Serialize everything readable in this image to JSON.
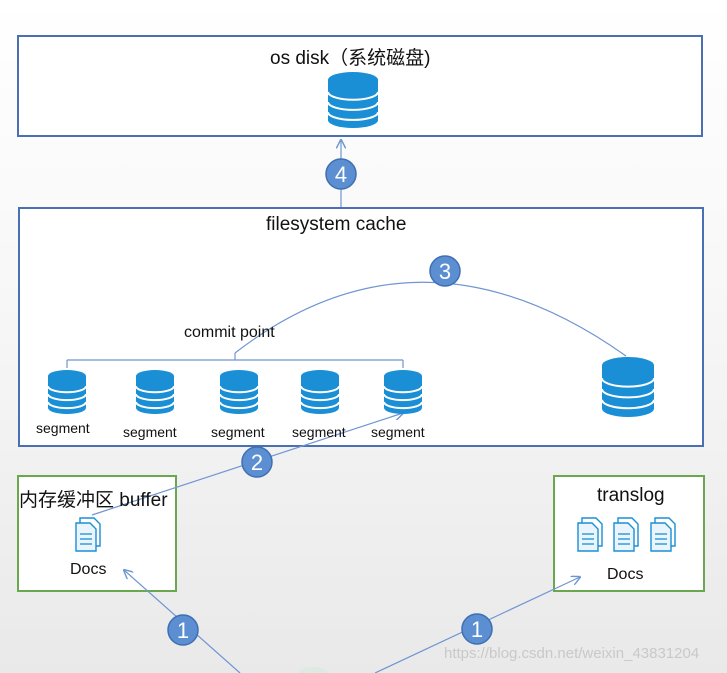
{
  "os_disk": {
    "title": "os disk（系统磁盘)"
  },
  "fs_cache": {
    "title": "filesystem cache",
    "commit_point": "commit point",
    "segments": [
      "segment",
      "segment",
      "segment",
      "segment",
      "segment"
    ]
  },
  "buffer": {
    "title": "内存缓冲区 buffer",
    "docs_label": "Docs"
  },
  "translog": {
    "title": "translog",
    "docs_label": "Docs"
  },
  "steps": [
    "1",
    "1",
    "2",
    "3",
    "4"
  ],
  "watermark": "https://blog.csdn.net/weixin_43831204",
  "colors": {
    "box_border_blue": "#4a6fb5",
    "box_border_green": "#6aa84f",
    "db_blue": "#1a8fd6",
    "step_circle": "#5b8fd1",
    "line": "#6f95d2"
  }
}
